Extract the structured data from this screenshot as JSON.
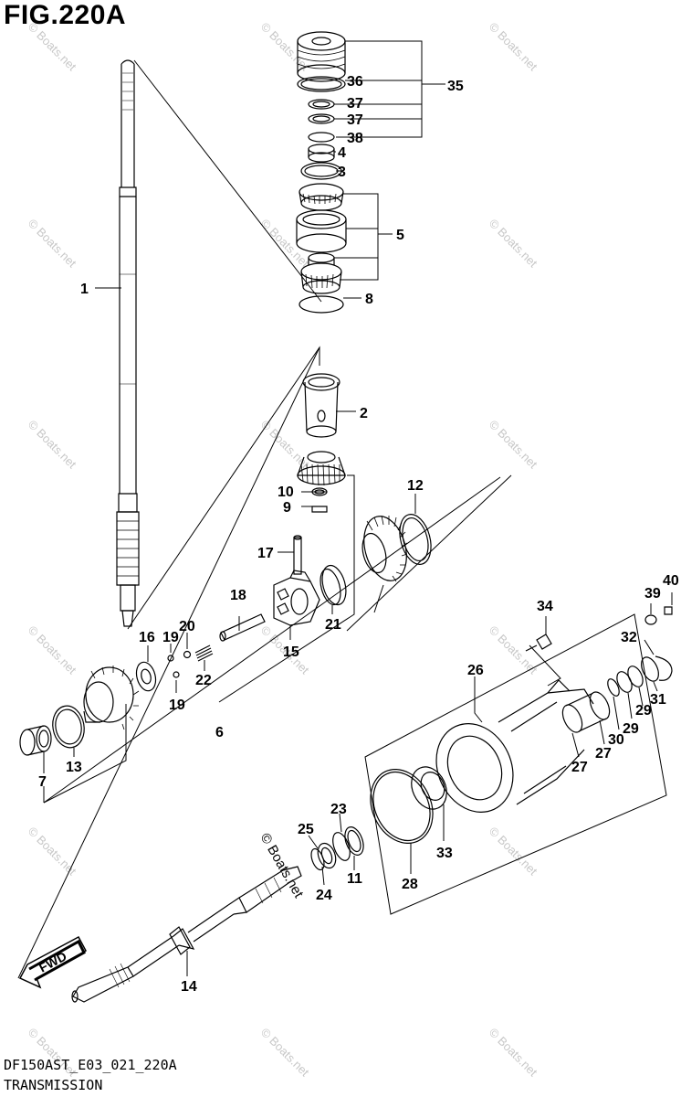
{
  "figure": {
    "title": "FIG.220A",
    "code": "DF150AST_E03_021_220A",
    "name": "TRANSMISSION"
  },
  "direction_label": "FWD",
  "watermark": "© Boats.net",
  "callouts": {
    "c1": "1",
    "c2": "2",
    "c3": "3",
    "c4": "4",
    "c5": "5",
    "c6": "6",
    "c7": "7",
    "c8": "8",
    "c9": "9",
    "c10": "10",
    "c11": "11",
    "c12": "12",
    "c13": "13",
    "c14": "14",
    "c15": "15",
    "c16": "16",
    "c17": "17",
    "c18": "18",
    "c19a": "19",
    "c19b": "19",
    "c20": "20",
    "c21": "21",
    "c22": "22",
    "c23": "23",
    "c24": "24",
    "c25": "25",
    "c26": "26",
    "c27a": "27",
    "c27b": "27",
    "c28": "28",
    "c29a": "29",
    "c29b": "29",
    "c30": "30",
    "c31": "31",
    "c32": "32",
    "c33": "33",
    "c34": "34",
    "c35": "35",
    "c36": "36",
    "c37a": "37",
    "c37b": "37",
    "c38": "38",
    "c39": "39",
    "c40": "40"
  }
}
